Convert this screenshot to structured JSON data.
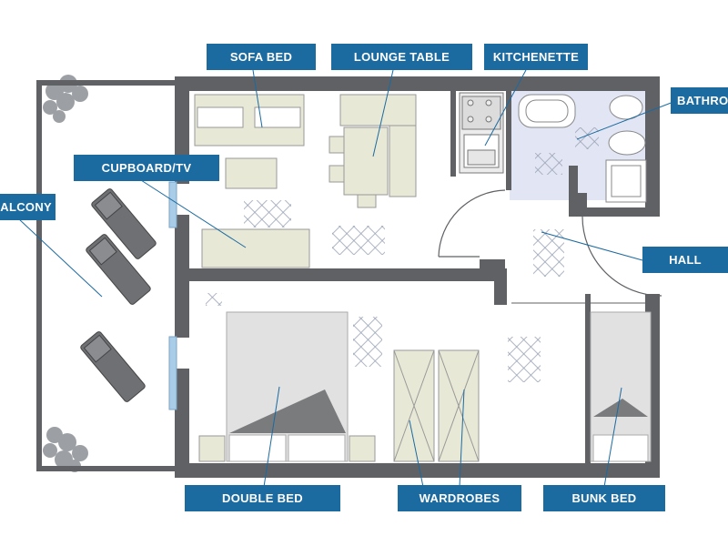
{
  "colors": {
    "label_bg": "#1b6aa0",
    "label_text": "#ffffff",
    "wall": "#5f6165",
    "furniture": "#e8e8d6",
    "bathroom_floor": "#e2e6f4",
    "leader": "#1b6aa0"
  },
  "labels": {
    "sofa_bed": "SOFA BED",
    "lounge_table": "LOUNGE TABLE",
    "kitchenette": "KITCHENETTE",
    "bathroom": "BATHROOM",
    "cupboard_tv": "CUPBOARD/TV",
    "balcony": "BALCONY",
    "hall": "HALL",
    "double_bed": "DOUBLE BED",
    "wardrobes": "WARDROBES",
    "bunk_bed": "BUNK BED"
  }
}
